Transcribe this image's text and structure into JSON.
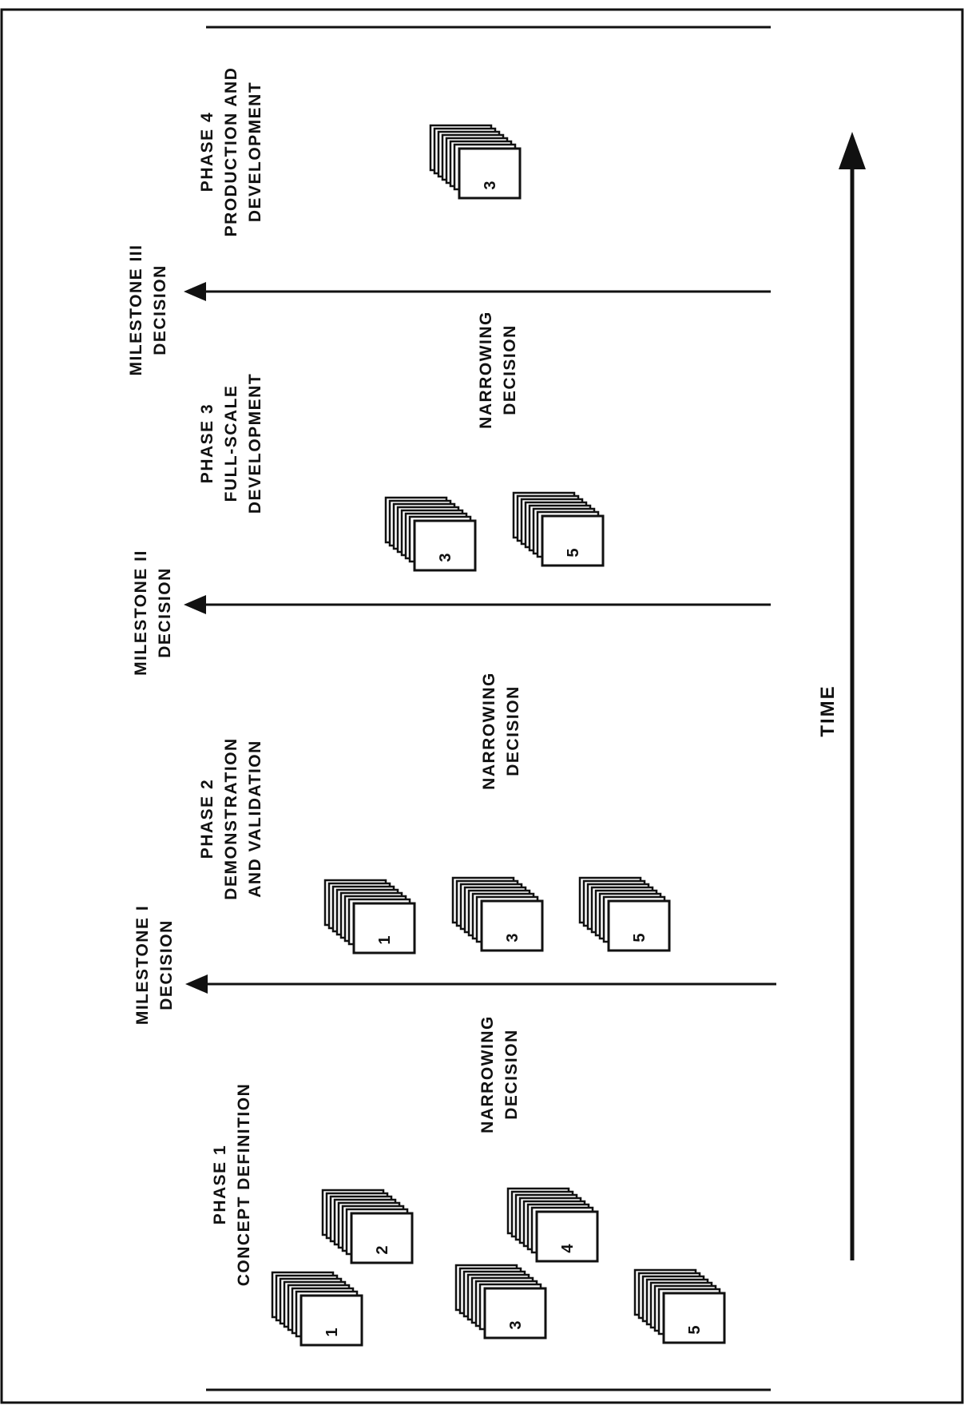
{
  "phases": {
    "phase1": [
      "PHASE 1",
      "CONCEPT DEFINITION"
    ],
    "phase2": [
      "PHASE 2",
      "DEMONSTRATION",
      "AND VALIDATION"
    ],
    "phase3": [
      "PHASE 3",
      "FULL-SCALE",
      "DEVELOPMENT"
    ],
    "phase4": [
      "PHASE 4",
      "PRODUCTION AND",
      "DEVELOPMENT"
    ]
  },
  "milestones": {
    "m1": [
      "MILESTONE I",
      "DECISION"
    ],
    "m2": [
      "MILESTONE II",
      "DECISION"
    ],
    "m3": [
      "MILESTONE III",
      "DECISION"
    ]
  },
  "narrowing": [
    "NARROWING",
    "DECISION"
  ],
  "time_label": "TIME",
  "stacks": {
    "phase1": [
      "1",
      "2",
      "3",
      "4",
      "5"
    ],
    "phase2": [
      "1",
      "3",
      "5"
    ],
    "phase3": [
      "3",
      "5"
    ],
    "phase4": [
      "3"
    ]
  }
}
